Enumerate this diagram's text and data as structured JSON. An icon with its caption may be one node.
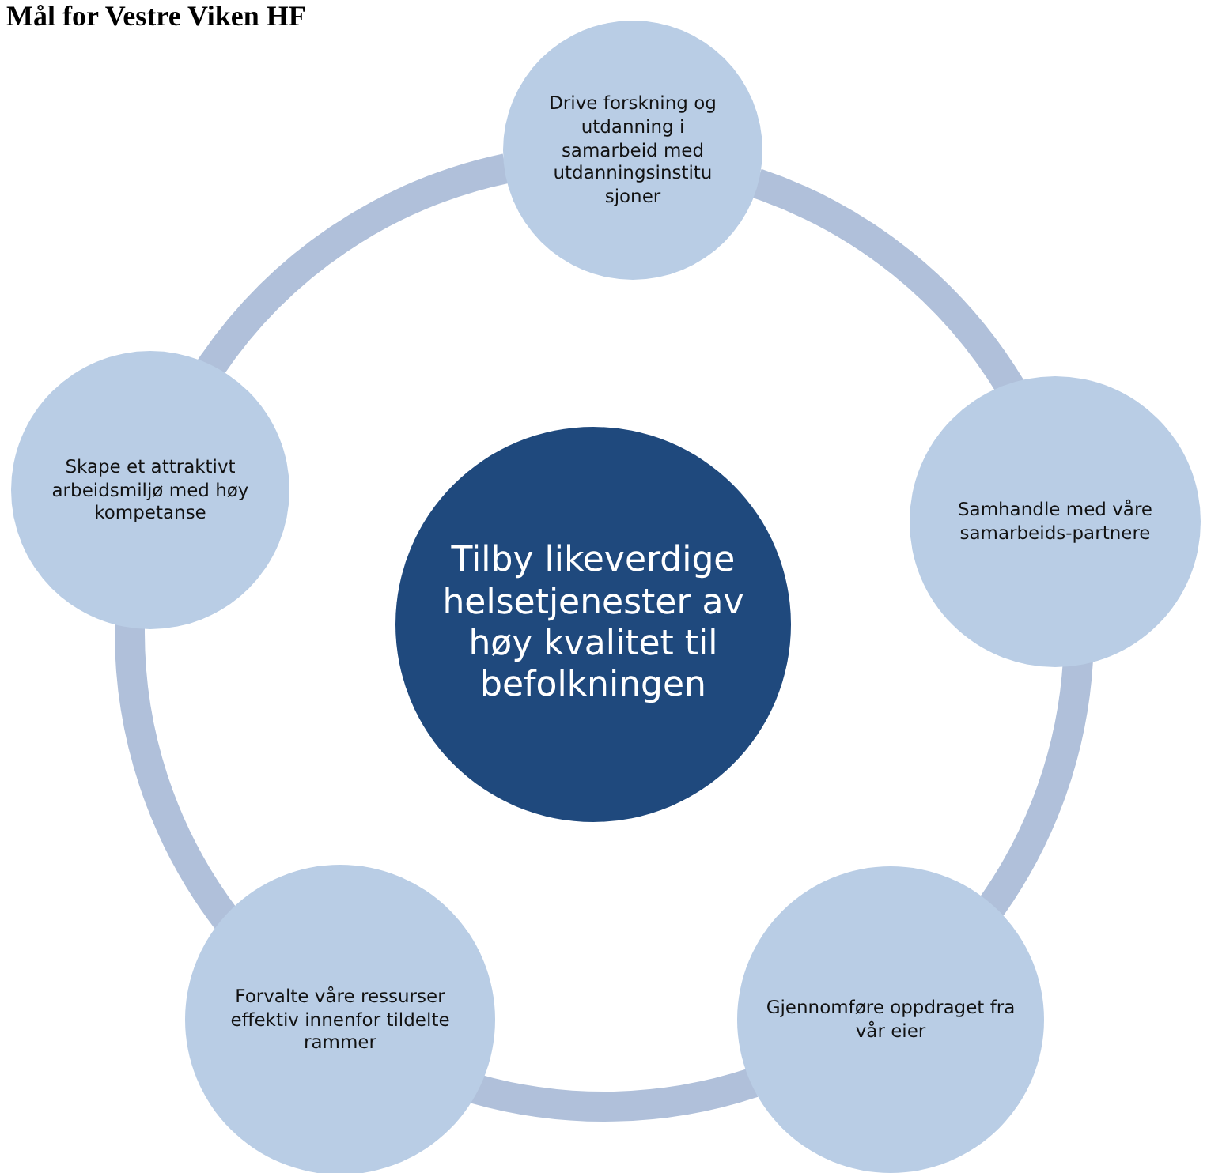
{
  "diagram": {
    "title": "Mål for Vestre Viken HF",
    "nodes": [
      {
        "text": [
          "Drive forskning og utdanning i samarbeid med utdanningsinstitu sjoner"
        ]
      },
      {
        "text": [
          "Skape et attraktivt arbeidsmiljø med høy kompetanse"
        ]
      },
      {
        "text": [
          "Tilby likeverdige helsetjenester av høy kvalitet til befolkningen"
        ]
      },
      {
        "text": [
          "Samhandle med våre samarbeids-partnere"
        ]
      },
      {
        "text": [
          "Forvalte våre ressurser effektiv innenfor tildelte rammer"
        ]
      },
      {
        "text": [
          "Gjennomføre oppdraget fra vår eier"
        ]
      }
    ],
    "edges": [
      {
        "from": 0,
        "to": 3,
        "arrow": "none"
      },
      {
        "from": 3,
        "to": 5,
        "arrow": "none"
      },
      {
        "from": 5,
        "to": 4,
        "arrow": "none"
      },
      {
        "from": 4,
        "to": 1,
        "arrow": "none"
      },
      {
        "from": 1,
        "to": 0,
        "arrow": "none"
      }
    ]
  }
}
